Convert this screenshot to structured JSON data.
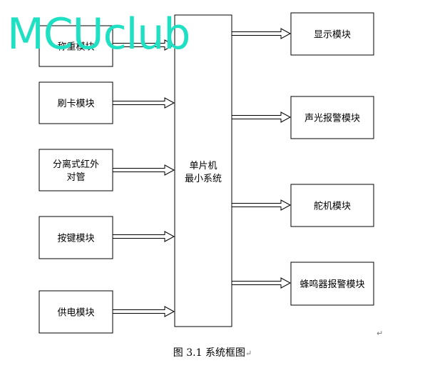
{
  "diagram": {
    "core": {
      "lines": [
        "单片机",
        "最小系统"
      ]
    },
    "inputs": [
      {
        "id": "weigh",
        "lines": [
          "称重模块"
        ]
      },
      {
        "id": "card",
        "lines": [
          "刷卡模块"
        ]
      },
      {
        "id": "ir",
        "lines": [
          "分离式红外",
          "对管"
        ]
      },
      {
        "id": "keys",
        "lines": [
          "按键模块"
        ]
      },
      {
        "id": "power",
        "lines": [
          "供电模块"
        ]
      }
    ],
    "outputs": [
      {
        "id": "display",
        "lines": [
          "显示模块"
        ]
      },
      {
        "id": "sound-light",
        "lines": [
          "声光报警模块"
        ]
      },
      {
        "id": "servo",
        "lines": [
          "舵机模块"
        ]
      },
      {
        "id": "buzzer",
        "lines": [
          "蜂鸣器报警模块"
        ]
      }
    ]
  },
  "caption": "图 3.1 系统框图",
  "caption_mark": "↵",
  "para_mark": "↵",
  "watermark": "MCUclub",
  "colors": {
    "line": "#000000",
    "watermark": "#1fe0c2"
  }
}
